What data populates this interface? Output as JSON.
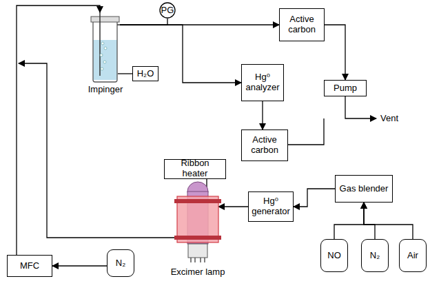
{
  "diagram": {
    "nodes": [
      {
        "text": [
          "PG"
        ]
      },
      {
        "text": [
          "Active carbon"
        ]
      },
      {
        "text": [
          "Impinger"
        ]
      },
      {
        "text": [
          "H₂O"
        ]
      },
      {
        "text": [
          "Hg⁰ analyzer"
        ]
      },
      {
        "text": [
          "Pump"
        ]
      },
      {
        "text": [
          "Active carbon"
        ]
      },
      {
        "text": [
          "Ribbon heater"
        ]
      },
      {
        "text": [
          "Gas blender"
        ]
      },
      {
        "text": [
          "Hg⁰ generator"
        ]
      },
      {
        "text": [
          "Excimer lamp"
        ]
      },
      {
        "text": [
          "MFC"
        ]
      },
      {
        "text": [
          "N₂"
        ]
      },
      {
        "text": [
          "NO"
        ]
      },
      {
        "text": [
          "N₂"
        ]
      },
      {
        "text": [
          "Air"
        ]
      }
    ],
    "edges": [
      {
        "from": 12,
        "to": 11,
        "arrow": "to"
      },
      {
        "from": 11,
        "to": 2,
        "arrow": "to"
      },
      {
        "from": 10,
        "to": 2,
        "arrow": "to"
      },
      {
        "from": 3,
        "to": 2,
        "arrow": "none"
      },
      {
        "from": 2,
        "to": 1,
        "arrow": "to"
      },
      {
        "from": 2,
        "to": 0,
        "arrow": "none"
      },
      {
        "from": 2,
        "to": 4,
        "arrow": "to"
      },
      {
        "from": 4,
        "to": 6,
        "arrow": "to"
      },
      {
        "from": 1,
        "to": 5,
        "arrow": "to"
      },
      {
        "from": 7,
        "to": 10,
        "arrow": "none"
      },
      {
        "from": 8,
        "to": 9,
        "arrow": "to"
      },
      {
        "from": 9,
        "to": 10,
        "arrow": "to"
      },
      {
        "from": 13,
        "to": 8,
        "arrow": "to"
      },
      {
        "from": 14,
        "to": 8,
        "arrow": "to"
      },
      {
        "from": 15,
        "to": 8,
        "arrow": "to"
      }
    ],
    "labels": [
      "Vent"
    ]
  }
}
